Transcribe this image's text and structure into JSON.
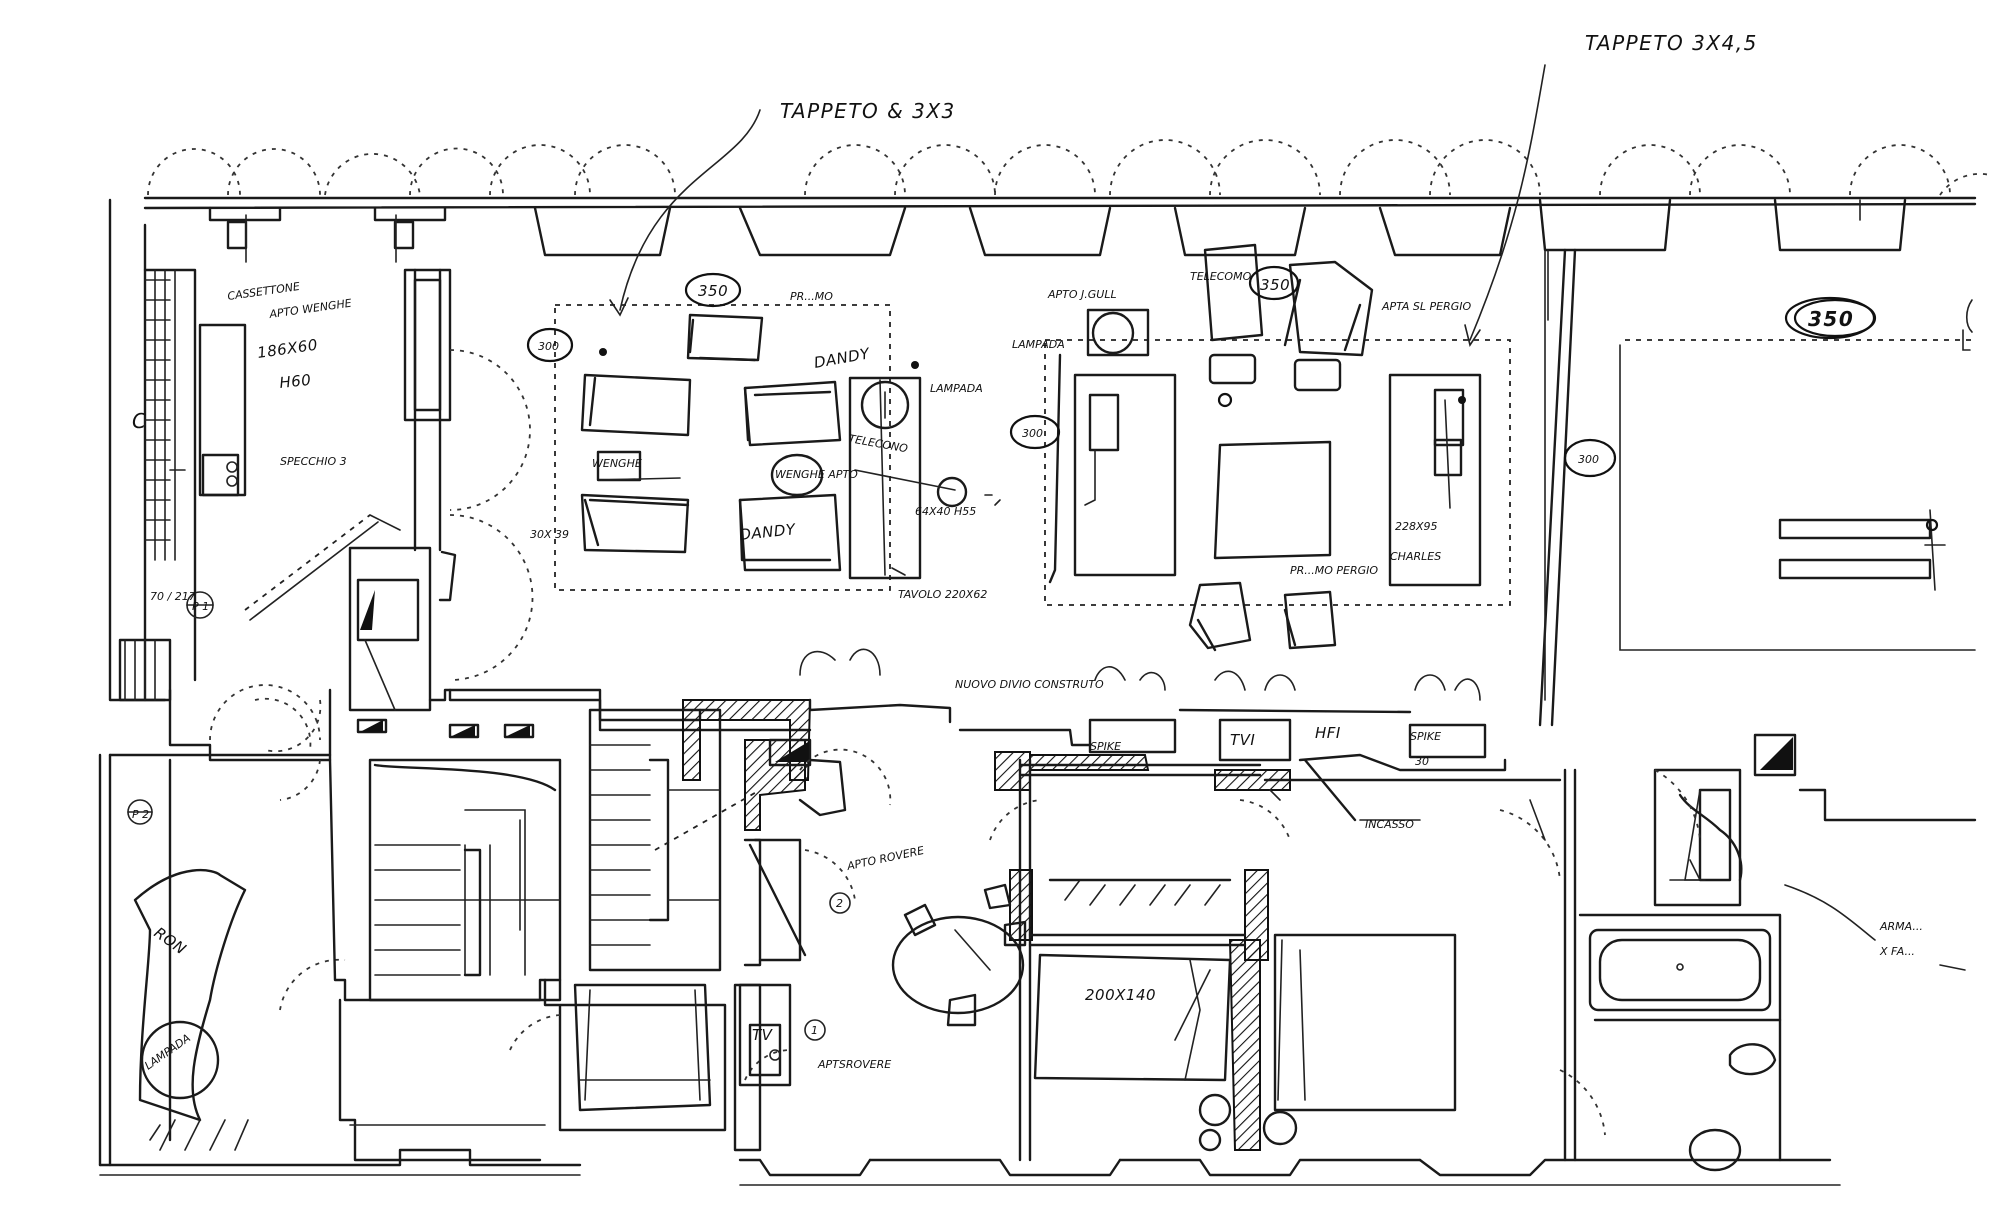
{
  "rugs": {
    "rug_3x45": "TAPPETO 3X4,5",
    "rug_3x3": "TAPPETO & 3X3"
  },
  "heights": {
    "h350_a": "350",
    "h350_b": "350",
    "h350_c": "350",
    "h300_a": "300",
    "h300_b": "300",
    "h300_c": "300"
  },
  "left_room": {
    "cassettone": "CASSETTONE",
    "apto_wenghe": "APTO WENGHE",
    "dim_186x60": "186X60",
    "h60": "H60",
    "c_mark": "C",
    "specchio": "SPECCHIO 3",
    "dim_70_217": "70 / 217",
    "p1": "P 1",
    "p2": "P 2"
  },
  "living_left": {
    "pr_top": "PR...MO",
    "dandy_1": "DANDY",
    "wenghe_1": "WENGHE",
    "wenghe_apto": "WENGHE APTO",
    "dandy_2": "DANDY",
    "telecono": "TELECONO",
    "lampada_1": "LAMPADA",
    "dim_30x39": "30X 39",
    "dim_64x40": "64X40 H55",
    "tavolo": "TAVOLO 220X62"
  },
  "living_right": {
    "apto_jgull": "APTO J.GULL",
    "lampada_2": "LAMPADA",
    "telecomo": "TELECOMO",
    "apta_sl": "APTA SL PERGIO",
    "dim_228x95": "228X95",
    "charles": "CHARLES",
    "pr_pergio": "PR...MO PERGIO"
  },
  "middle": {
    "nuovo": "NUOVO DIVIO CONSTRUTO",
    "spike_1": "SPIKE",
    "tvi": "TVI",
    "hfi": "HFI",
    "spike_2": "SPIKE",
    "dim_30": "30",
    "incasso": "INCASSO",
    "apto_rovere": "APTO ROVERE",
    "circle_2": "2",
    "tv": "TV",
    "circle_1": "1",
    "aptsrovere": "APTSROVERE",
    "bed_dim": "200X140"
  },
  "bottom_left": {
    "ron": "RON",
    "lampada": "LAMPADA"
  },
  "far_right": {
    "armad_1": "ARMA...",
    "armad_2": "X FA..."
  }
}
